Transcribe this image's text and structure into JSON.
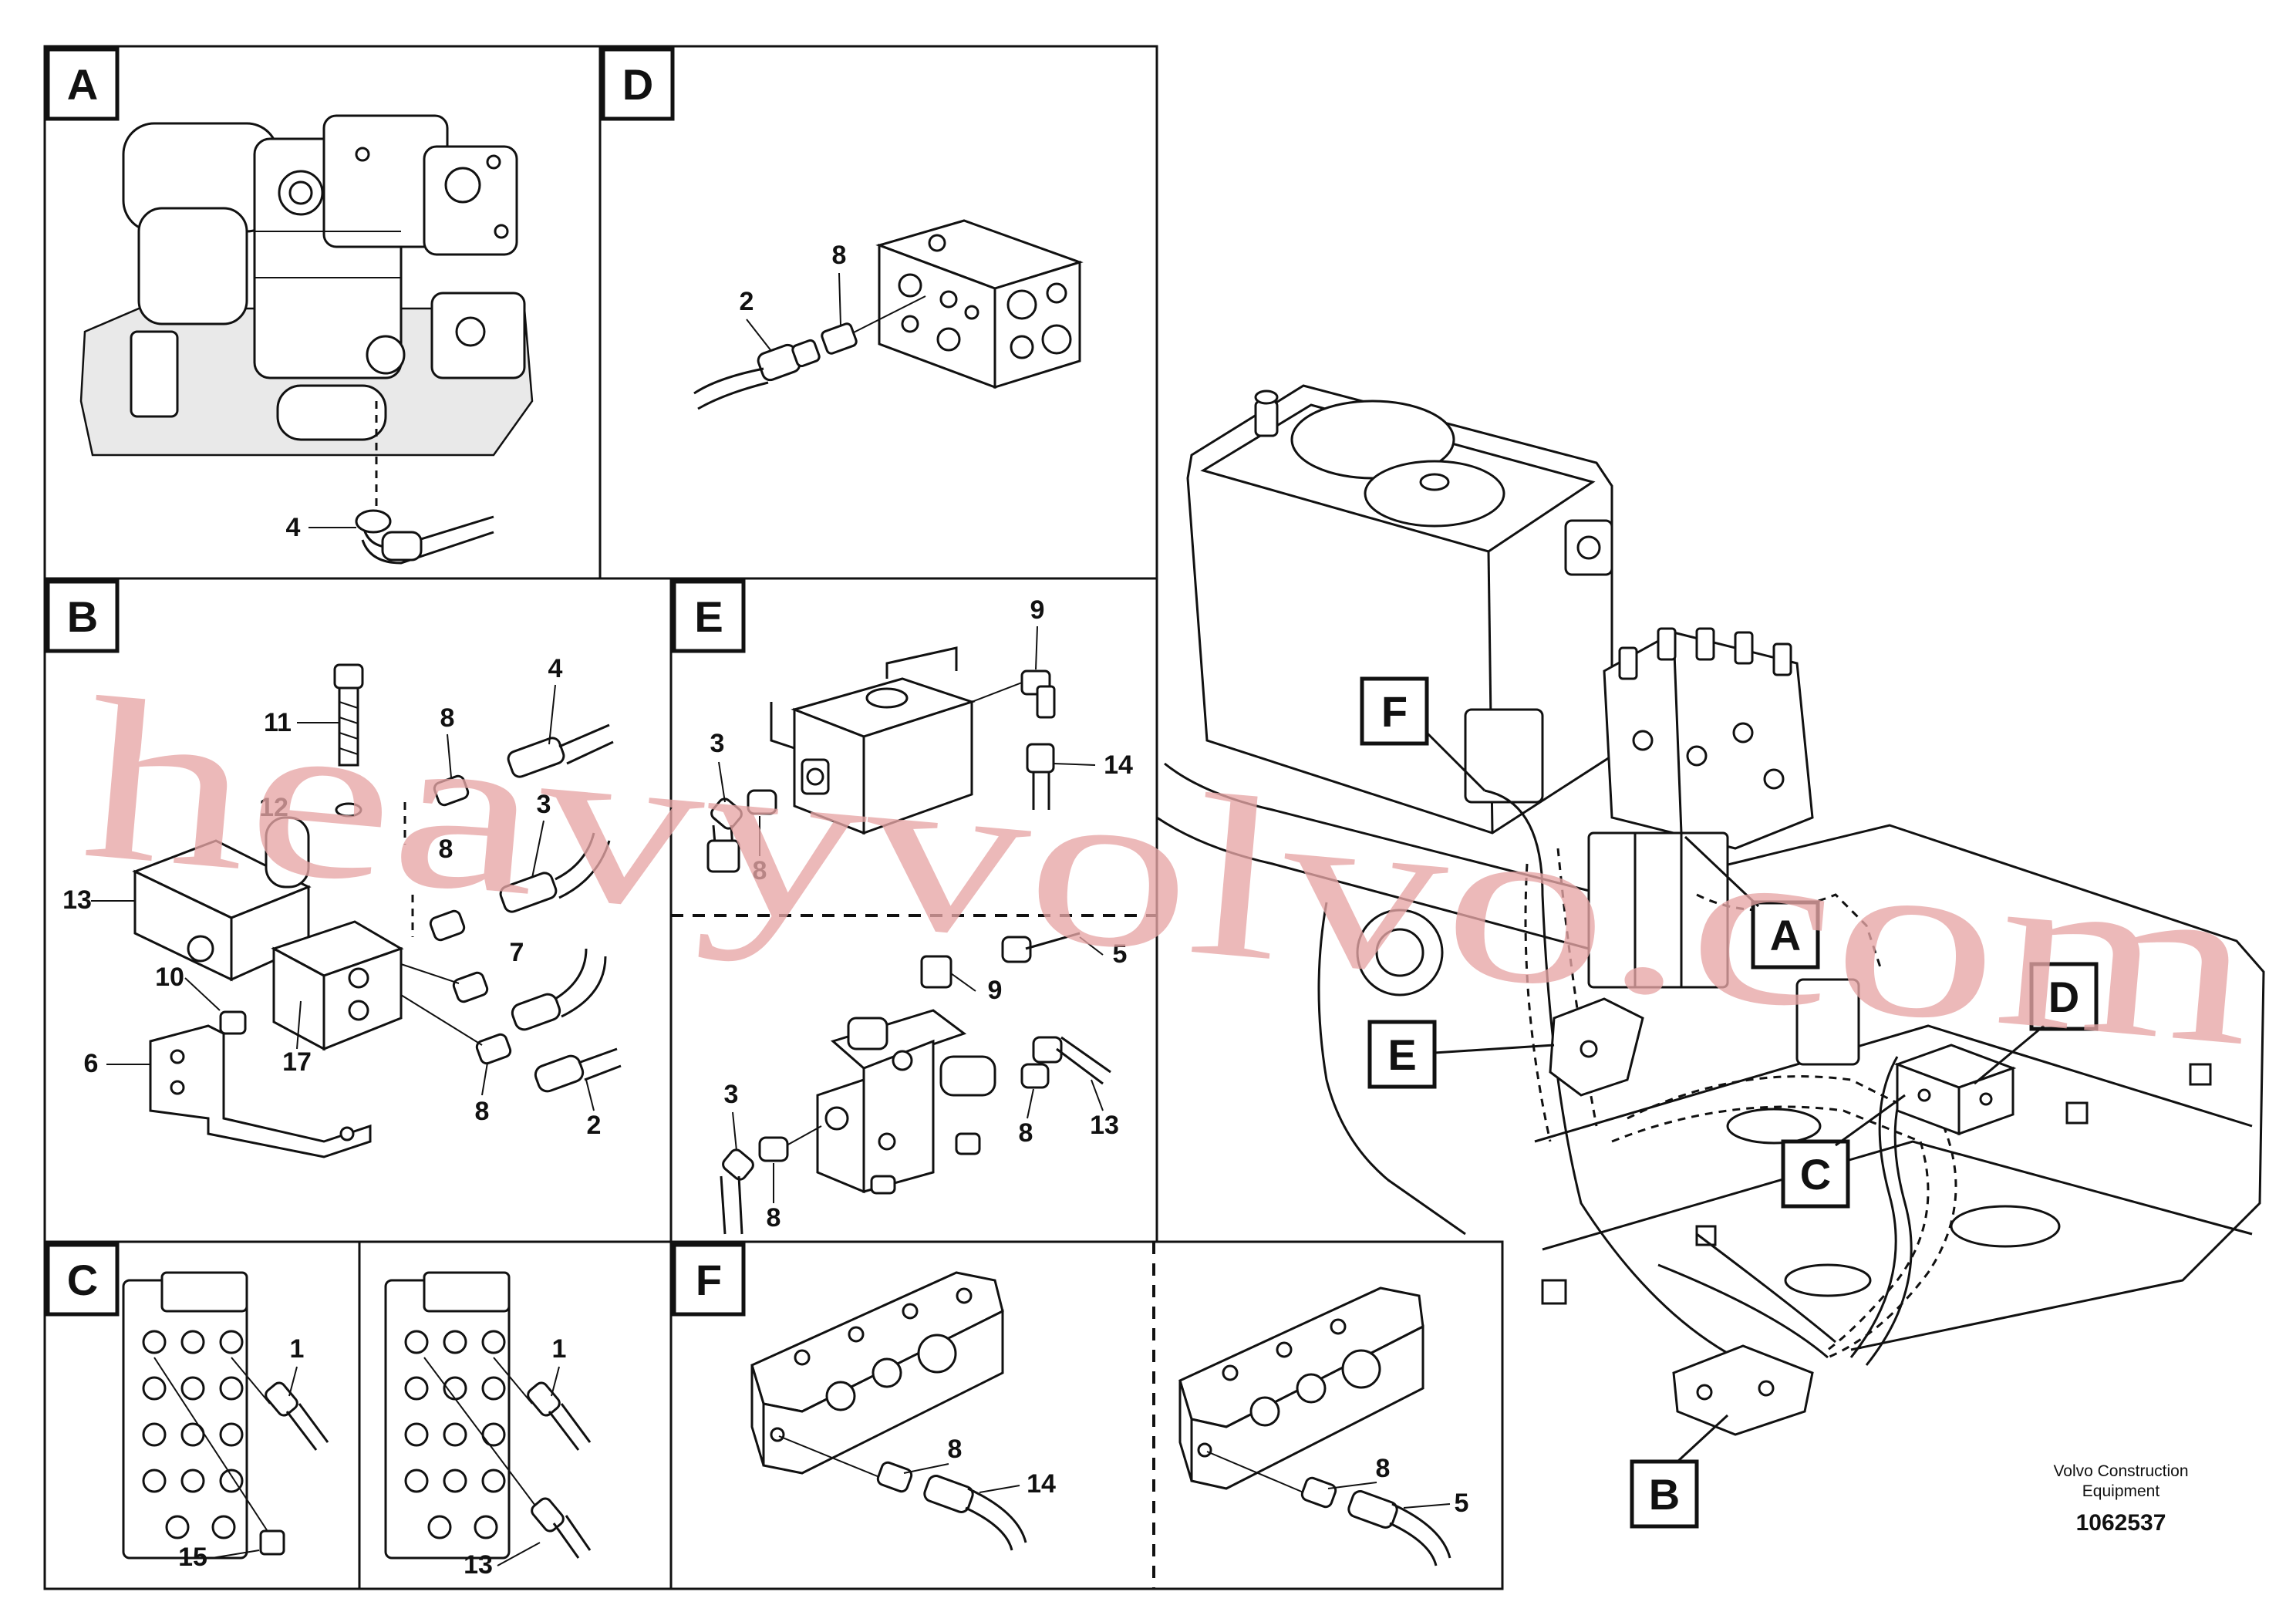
{
  "panels": {
    "A": {
      "letter": "A",
      "callouts": [
        "4"
      ]
    },
    "D": {
      "letter": "D",
      "callouts": [
        "2",
        "8"
      ]
    },
    "B": {
      "letter": "B",
      "callouts": [
        "11",
        "8",
        "4",
        "12",
        "3",
        "13",
        "8",
        "7",
        "10",
        "6",
        "17",
        "8",
        "2"
      ]
    },
    "E": {
      "letter": "E",
      "callouts": [
        "9",
        "3",
        "14",
        "8",
        "5",
        "9",
        "3",
        "8",
        "13",
        "8"
      ]
    },
    "C": {
      "letter": "C",
      "callouts": [
        "1",
        "15",
        "1",
        "13"
      ]
    },
    "F": {
      "letter": "F",
      "callouts": [
        "8",
        "14",
        "8",
        "5"
      ]
    }
  },
  "overview_callouts": [
    "F",
    "A",
    "E",
    "D",
    "C",
    "B"
  ],
  "watermark": "heavyvolvo.com",
  "caption": {
    "company_line1": "Volvo Construction",
    "company_line2": "Equipment",
    "drawing_number": "1062537"
  }
}
